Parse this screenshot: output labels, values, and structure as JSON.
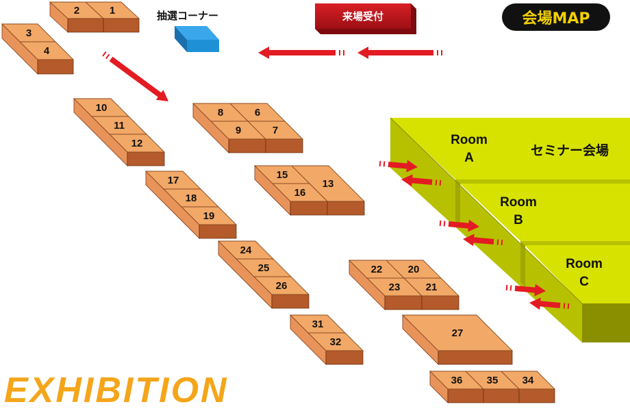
{
  "title": "会場MAP",
  "exhibition_label": "EXHIBITION",
  "seminar_label": "セミナー会場",
  "reception_label": "来場受付",
  "lottery_label": "抽選コーナー",
  "colors": {
    "booth_top": "#f2a867",
    "booth_front": "#b55a2a",
    "booth_side": "#e8935a",
    "seminar_top": "#d7e200",
    "seminar_side": "#b7c100",
    "seminar_dark": "#8a8f00",
    "arrow": "#e31b23",
    "reception": "#c4161c",
    "lottery": "#1e90d6",
    "accent": "#f2d000"
  },
  "booths": [
    "1",
    "2",
    "3",
    "4",
    "6",
    "7",
    "8",
    "9",
    "10",
    "11",
    "12",
    "13",
    "15",
    "16",
    "17",
    "18",
    "19",
    "20",
    "21",
    "22",
    "23",
    "24",
    "25",
    "26",
    "27",
    "31",
    "32",
    "34",
    "35",
    "36"
  ],
  "rooms": [
    {
      "label": "Room",
      "sub": "A"
    },
    {
      "label": "Room",
      "sub": "B"
    },
    {
      "label": "Room",
      "sub": "C"
    }
  ]
}
